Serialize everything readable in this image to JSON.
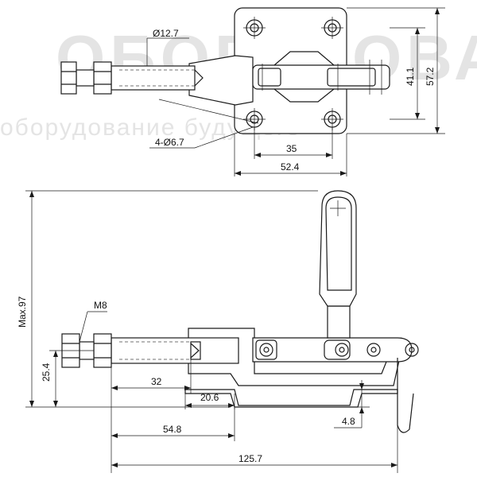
{
  "watermark": {
    "line1": "ОБОРУДОВАНИЕ",
    "line2": "оборудование будущего"
  },
  "dimensions": {
    "top": {
      "rod_diameter": "Ø12.7",
      "holes": "4-Ø6.7",
      "hole_spacing_v": "41.1",
      "plate_height": "57.2",
      "hole_spacing_h": "35",
      "plate_width": "52.4"
    },
    "side": {
      "max_height": "Max.97",
      "thread": "M8",
      "axis_height": "25.4",
      "stroke": "32",
      "offset": "20.6",
      "base_thickness": "4.8",
      "rod_to_base": "54.8",
      "overall_length": "125.7"
    }
  }
}
